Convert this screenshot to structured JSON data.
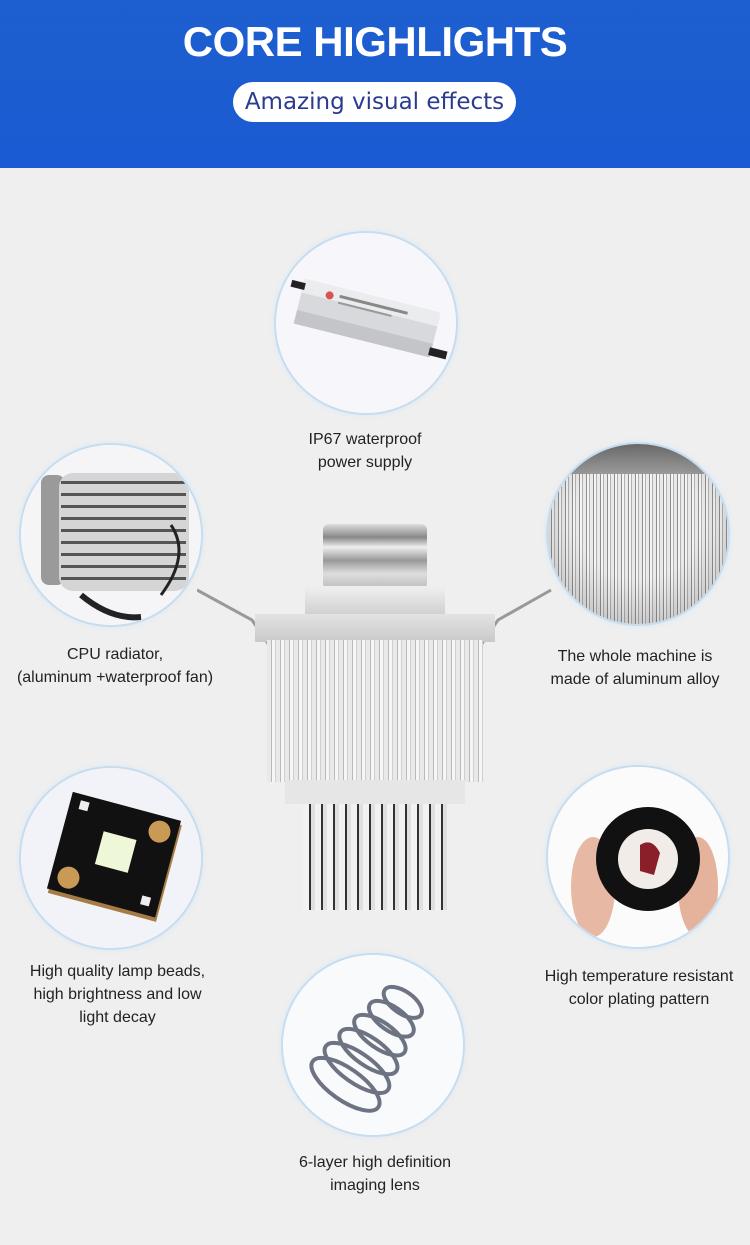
{
  "header": {
    "title": "CORE HIGHLIGHTS",
    "subtitle": "Amazing visual effects",
    "background_color": "#1d5fcf"
  },
  "features": [
    {
      "id": "power-supply",
      "caption_lines": [
        "IP67 waterproof",
        "power supply"
      ]
    },
    {
      "id": "cpu-radiator",
      "caption_lines": [
        "CPU radiator,",
        "(aluminum +waterproof fan)"
      ]
    },
    {
      "id": "aluminum-body",
      "caption_lines": [
        "The whole machine is",
        "made of aluminum alloy"
      ]
    },
    {
      "id": "lamp-beads",
      "caption_lines": [
        "High quality lamp beads,",
        "high brightness and low",
        "light decay"
      ]
    },
    {
      "id": "color-pattern",
      "caption_lines": [
        "High temperature resistant",
        "color plating pattern"
      ]
    },
    {
      "id": "lens",
      "caption_lines": [
        "6-layer high definition",
        "imaging lens"
      ]
    }
  ],
  "product": {
    "name": "projector-lamp"
  }
}
